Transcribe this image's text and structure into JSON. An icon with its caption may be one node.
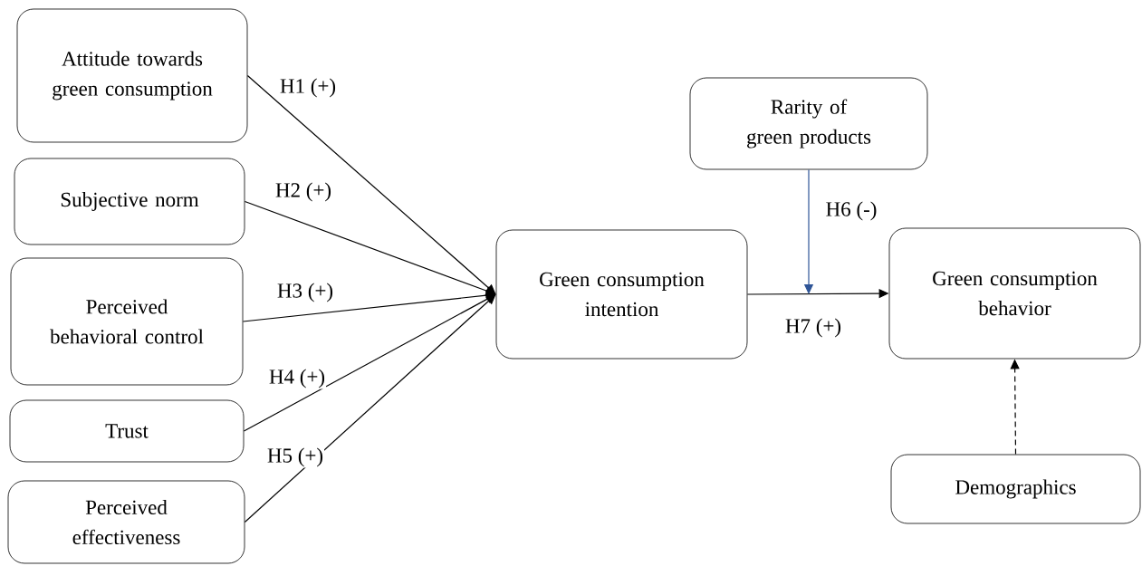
{
  "diagram": {
    "nodes": [
      {
        "text": [
          "Attitude towards green consumption"
        ]
      },
      {
        "text": [
          "Subjective norm"
        ]
      },
      {
        "text": [
          "Perceived behavioral control"
        ]
      },
      {
        "text": [
          "Trust"
        ]
      },
      {
        "text": [
          "Perceived effectiveness"
        ]
      },
      {
        "text": [
          "Green consumption intention"
        ]
      },
      {
        "text": [
          "Rarity of green products"
        ]
      },
      {
        "text": [
          "Green consumption behavior"
        ]
      },
      {
        "text": [
          "Demographics"
        ]
      }
    ],
    "edges": [
      {
        "from": 0,
        "to": 5,
        "arrow": "to",
        "label": "H1 (+)"
      },
      {
        "from": 1,
        "to": 5,
        "arrow": "to",
        "label": "H2 (+)"
      },
      {
        "from": 2,
        "to": 5,
        "arrow": "to",
        "label": "H3 (+)"
      },
      {
        "from": 3,
        "to": 5,
        "arrow": "to",
        "label": "H4 (+)"
      },
      {
        "from": 4,
        "to": 5,
        "arrow": "to",
        "label": "H5 (+)"
      },
      {
        "from": 5,
        "to": 7,
        "arrow": "to",
        "label": "H7 (+)"
      },
      {
        "from": 6,
        "to": null,
        "arrow": "to",
        "label": "H6 (-)",
        "color": "#2f5597"
      },
      {
        "from": 8,
        "to": 7,
        "arrow": "to",
        "style": "dashed"
      }
    ]
  }
}
